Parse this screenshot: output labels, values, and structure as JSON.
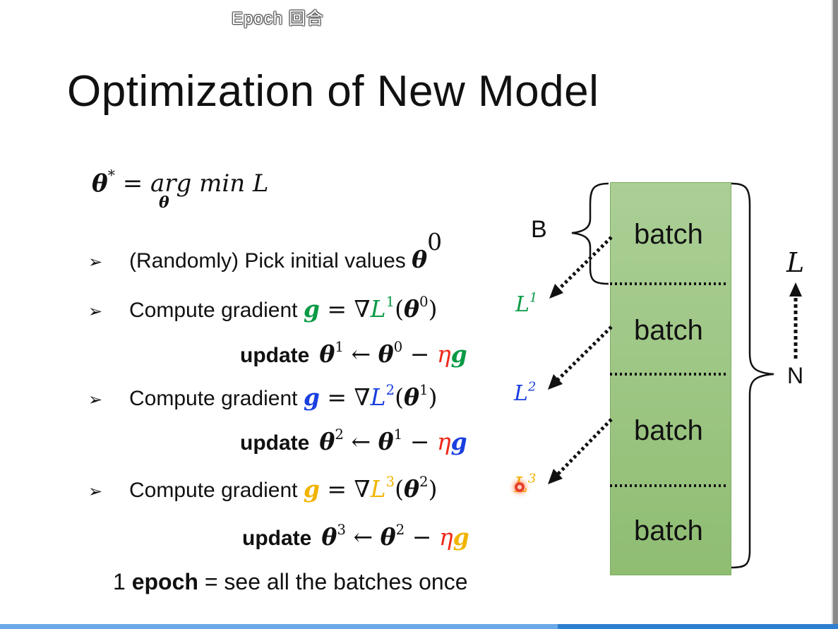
{
  "subtitle": "Epoch  回合",
  "title": "Optimization of New Model",
  "formula": {
    "lhs": "θ",
    "star": "*",
    "eq": " = ",
    "argmin": "arg min",
    "min_sub": "θ",
    "rhs": "L"
  },
  "bullets": [
    {
      "prefix": "(Randomly) Pick initial values ",
      "theta": "θ",
      "sup": "0"
    },
    {
      "prefix": "Compute gradient ",
      "g": "g",
      "eq": " = ∇",
      "L": "L",
      "Lsup": "1",
      "arg": "(",
      "theta": "θ",
      "tsup": "0",
      "close": ")"
    },
    {
      "prefix": "Compute gradient ",
      "g": "g",
      "eq": " = ∇",
      "L": "L",
      "Lsup": "2",
      "arg": "(",
      "theta": "θ",
      "tsup": "1",
      "close": ")"
    },
    {
      "prefix": "Compute gradient ",
      "g": "g",
      "eq": " = ∇",
      "L": "L",
      "Lsup": "3",
      "arg": "(",
      "theta": "θ",
      "tsup": "2",
      "close": ")"
    }
  ],
  "updates": [
    {
      "word": "update",
      "lhs": "θ",
      "lhs_sup": "1",
      "arrow": " ← ",
      "rhs": "θ",
      "rhs_sup": "0",
      "minus": " − ",
      "eta": "η",
      "g": "g"
    },
    {
      "word": "update",
      "lhs": "θ",
      "lhs_sup": "2",
      "arrow": " ← ",
      "rhs": "θ",
      "rhs_sup": "1",
      "minus": " − ",
      "eta": "η",
      "g": "g"
    },
    {
      "word": "update",
      "lhs": "θ",
      "lhs_sup": "3",
      "arrow": " ← ",
      "rhs": "θ",
      "rhs_sup": "2",
      "minus": " − ",
      "eta": "η",
      "g": "g"
    }
  ],
  "loss_labels": [
    {
      "L": "L",
      "sup": "1"
    },
    {
      "L": "L",
      "sup": "2"
    },
    {
      "L": "L",
      "sup": "3"
    }
  ],
  "diagram": {
    "batches": [
      "batch",
      "batch",
      "batch",
      "batch"
    ],
    "B": "B",
    "N": "N",
    "L": "L"
  },
  "footer": {
    "pre": "1 ",
    "bold": "epoch",
    "post": " = see all the batches once"
  },
  "colors": {
    "green": "#0a9a45",
    "blue": "#1a3fe0",
    "gold": "#f0b400",
    "red": "#ee2a1b",
    "batch_fill": "#9cc681"
  }
}
